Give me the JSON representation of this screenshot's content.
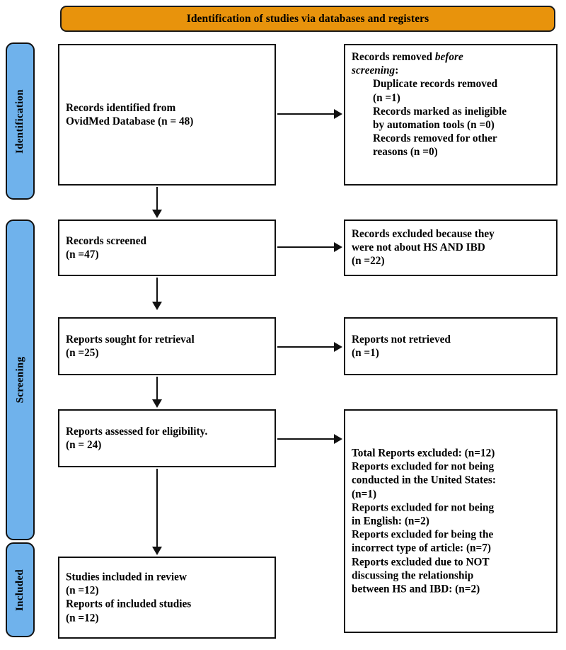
{
  "diagram": {
    "title": "PRISMA flow diagram",
    "colors": {
      "banner_orange": "#E8930C",
      "rail_blue": "#6FB2EC",
      "stroke_black": "#111111",
      "box_fill": "#FFFFFF"
    }
  },
  "banner": {
    "label": "Identification of studies via databases and registers"
  },
  "rails": [
    {
      "key": "identification",
      "label": "Identification"
    },
    {
      "key": "screening",
      "label": "Screening"
    },
    {
      "key": "included",
      "label": "Included"
    }
  ],
  "boxes": {
    "identified": {
      "line1": "Records identified from",
      "line2": "OvidMed Database (n = 48)"
    },
    "removed": {
      "line1_a": "Records removed ",
      "line1_b": "before",
      "line2_a": "screening",
      "line2_b": ":",
      "line3": "Duplicate records removed",
      "line4": "(n =1)",
      "line5": "Records marked as ineligible",
      "line6": "by automation tools (n =0)",
      "line7": "Records removed for other",
      "line8": "reasons (n =0)"
    },
    "screened": {
      "line1": "Records screened",
      "line2": "(n =47)"
    },
    "excluded_screen": {
      "line1": "Records excluded because they",
      "line2": "were not about HS AND IBD",
      "line3": "(n =22)"
    },
    "sought": {
      "line1": "Reports sought for retrieval",
      "line2": "(n =25)"
    },
    "not_retrieved": {
      "line1": "Reports not retrieved",
      "line2": "(n =1)"
    },
    "assessed": {
      "line1": "Reports assessed for eligibility.",
      "line2": "(n = 24)"
    },
    "excluded_total": {
      "line1": "Total Reports excluded: (n=12)",
      "line2": "Reports excluded for not being",
      "line3": "conducted in the United States:",
      "line4": "(n=1)",
      "line5": "Reports excluded for not being",
      "line6": "in English: (n=2)",
      "line7": "Reports excluded for being the",
      "line8": "incorrect type of article: (n=7)",
      "line9": "Reports excluded due to NOT",
      "line10": "discussing the relationship",
      "line11": "between HS and IBD: (n=2)"
    },
    "included": {
      "line1": "Studies included in review",
      "line2": "(n =12)",
      "line3": "Reports of included studies",
      "line4": "(n =12)"
    }
  },
  "counts": {
    "records_identified": 48,
    "duplicates_removed": 1,
    "ineligible_by_automation": 0,
    "removed_other_reasons": 0,
    "records_screened": 47,
    "records_excluded_screening": 22,
    "reports_sought": 25,
    "reports_not_retrieved": 1,
    "reports_assessed": 24,
    "reports_excluded_total": 12,
    "excluded_not_united_states": 1,
    "excluded_not_english": 2,
    "excluded_incorrect_article_type": 7,
    "excluded_not_discussing_relationship": 2,
    "studies_included": 12,
    "reports_of_included_studies": 12
  }
}
